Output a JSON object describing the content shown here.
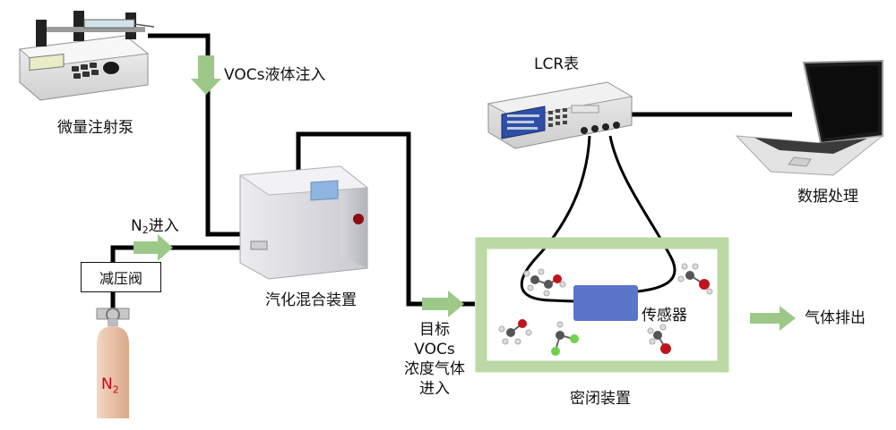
{
  "labels": {
    "syringe_pump": "微量注射泵",
    "vocs_liquid_injection": "VOCs液体注入",
    "lcr_meter": "LCR表",
    "data_processing": "数据处理",
    "n2_in_prefix": "N",
    "n2_in_sub": "2",
    "n2_in_suffix": "进入",
    "pressure_valve": "减压阀",
    "vaporizer_mixer": "汽化混合装置",
    "target_gas_line1": "目标",
    "target_gas_line2": "VOCs",
    "target_gas_line3": "浓度气体",
    "target_gas_line4": "进入",
    "sensor": "传感器",
    "gas_exhaust": "气体排出",
    "sealed_chamber": "密闭装置",
    "cylinder_n": "N",
    "cylinder_sub": "2"
  },
  "colors": {
    "arrow_green": "#9cc98a",
    "chamber_border": "#bcd9a5",
    "sensor_blue": "#5b75c9",
    "cylinder": "#e8c1a8",
    "cylinder_text": "#d0021b",
    "pipe": "#000000"
  },
  "icons": [
    "syringe-pump-icon",
    "lcr-meter-icon",
    "laptop-icon",
    "vaporizer-icon",
    "gas-cylinder-icon",
    "molecule-icon"
  ]
}
